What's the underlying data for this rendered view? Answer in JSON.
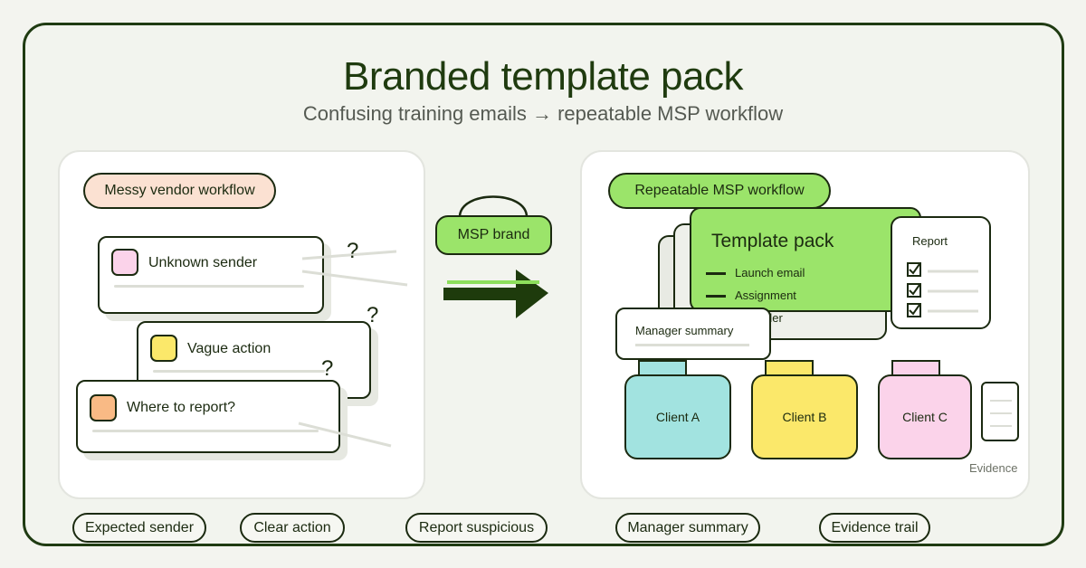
{
  "header": {
    "title": "Branded template pack",
    "subtitle": "Confusing training emails → repeatable MSP workflow"
  },
  "left_panel": {
    "tag": "Messy vendor workflow",
    "cards": [
      {
        "label": "Unknown sender",
        "color": "#fbd3ea"
      },
      {
        "label": "Vague action",
        "color": "#fbe86a"
      },
      {
        "label": "Where to report?",
        "color": "#f9ba85"
      }
    ],
    "question_mark": "?"
  },
  "center": {
    "brand_label": "MSP brand",
    "arrow_color": "#1e3b0c",
    "accent_line_color": "#8ddf5c"
  },
  "right_panel": {
    "tag": "Repeatable MSP workflow",
    "template_title": "Template pack",
    "template_items": [
      "Launch email",
      "Assignment"
    ],
    "hidden_item_fragment": "der",
    "report_title": "Report",
    "checkmark": "✓",
    "manager_summary": "Manager summary",
    "clients": [
      {
        "label": "Client A",
        "color": "#a2e3e0"
      },
      {
        "label": "Client B",
        "color": "#fbe86a"
      },
      {
        "label": "Client C",
        "color": "#fbd3ea"
      }
    ],
    "evidence_label": "Evidence"
  },
  "bottom_tags": [
    "Expected sender",
    "Clear action",
    "Report suspicious",
    "Manager summary",
    "Evidence trail"
  ],
  "colors": {
    "dark_green": "#1f3b12",
    "bright_green": "#9be46a",
    "peach": "#fbe1d2"
  }
}
